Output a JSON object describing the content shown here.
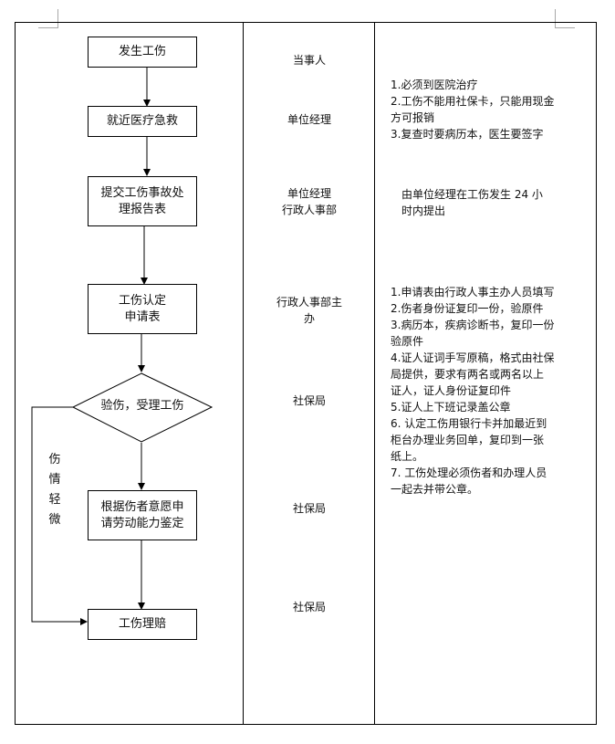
{
  "flow": {
    "step1": "发生工伤",
    "step2": "就近医疗急救",
    "step3": "提交工伤事故处\n理报告表",
    "step4": "工伤认定\n申请表",
    "decision": "验伤，受理工伤",
    "step5": "根据伤者意愿申\n请劳动能力鉴定",
    "step6": "工伤理赔",
    "side_label": "伤\n情\n轻\n微"
  },
  "roles": {
    "r1": "当事人",
    "r2": "单位经理",
    "r3": "单位经理\n行政人事部",
    "r4": "行政人事部主\n办",
    "r5": "社保局",
    "r6": "社保局",
    "r7": "社保局"
  },
  "notes": {
    "group1": [
      "1.必须到医院治疗",
      "2.工伤不能用社保卡，只能用现金\n方可报销",
      "3.复查时要病历本，医生要签字"
    ],
    "group2": "由单位经理在工伤发生 24 小\n时内提出",
    "group3": [
      "1.申请表由行政人事主办人员填写",
      "2.伤者身份证复印一份，验原件",
      "3.病历本，疾病诊断书，复印一份\n  验原件",
      "4.证人证词手写原稿，格式由社保\n  局提供，要求有两名或两名以上\n  证人，证人身份证复印件",
      "5.证人上下班记录盖公章",
      "6. 认定工伤用银行卡并加最近到\n   柜台办理业务回单，复印到一张\n   纸上。",
      "7. 工伤处理必须伤者和办理人员\n   一起去并带公章。"
    ]
  }
}
